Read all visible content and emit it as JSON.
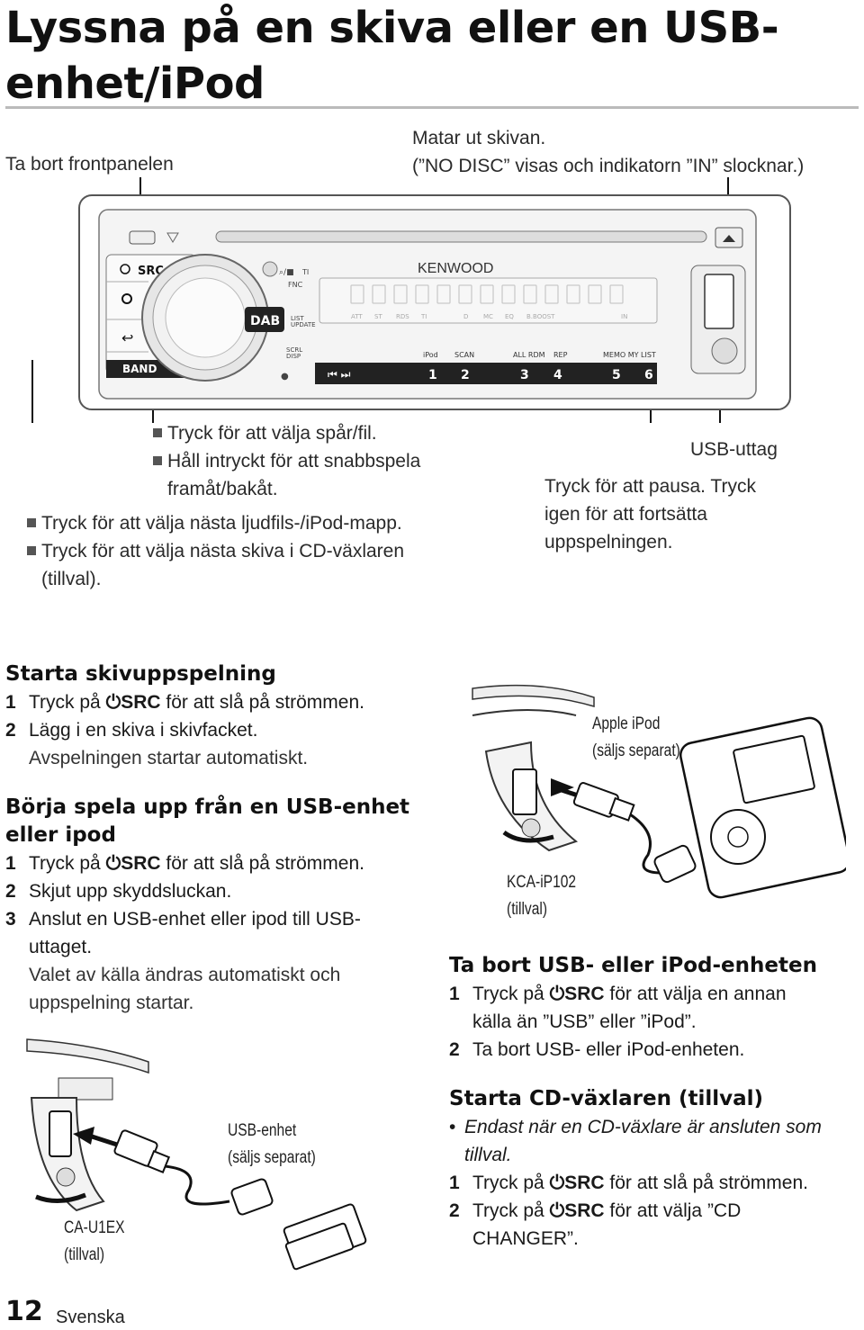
{
  "page": {
    "title_line1": "Lyssna på en skiva eller en USB-",
    "title_line2": "enhet/iPod",
    "page_number": "12",
    "language": "Svenska"
  },
  "callouts": {
    "remove_panel": "Ta bort frontpanelen",
    "eject_line1": "Matar ut skivan.",
    "eject_line2": "(”NO DISC” visas och indikatorn ”IN” slocknar.)",
    "usb_port": "USB-uttag",
    "pause_line1": "Tryck för att pausa. Tryck",
    "pause_line2": "igen för att fortsätta",
    "pause_line3": "uppspelningen.",
    "track_1": "Tryck för att välja spår/fil.",
    "track_2a": "Håll intryckt för att snabbspela",
    "track_2b": "framåt/bakåt.",
    "folder": "Tryck för att välja nästa ljudfils-/iPod-mapp.",
    "disc_a": "Tryck för att välja nästa skiva i CD-växlaren",
    "disc_b": "(tillval)."
  },
  "device": {
    "brand": "KENWOOD",
    "src": "SRC",
    "dab": "DAB",
    "band": "BAND",
    "ti": "TI",
    "fnc": "FNC",
    "list_update_1": "LIST",
    "list_update_2": "UPDATE",
    "scrl_disp_1": "SCRL",
    "scrl_disp_2": "DISP",
    "indicators": [
      "ATT",
      "ST",
      "RDS",
      "TI",
      "D",
      "MC",
      "EQ",
      "B.BOOST",
      "IN"
    ],
    "preset_labels": [
      "iPod",
      "SCAN",
      "ALL RDM",
      "REP",
      "MEMO MY LIST"
    ],
    "preset_numbers": [
      "1",
      "2",
      "3",
      "4",
      "5",
      "6"
    ]
  },
  "sections": {
    "start_disc": {
      "heading": "Starta skivuppspelning",
      "step1_num": "1",
      "step1_pre": "Tryck på",
      "step1_src": "SRC",
      "step1_post": "för att slå på strömmen.",
      "step2_num": "2",
      "step2": "Lägg i en skiva i skivfacket.",
      "step2_note": "Avspelningen startar automatiskt."
    },
    "start_usb": {
      "heading_1": "Börja spela upp från en USB-enhet",
      "heading_2": "eller ipod",
      "step1_num": "1",
      "step1_pre": "Tryck på",
      "step1_src": "SRC",
      "step1_post": "för att slå på strömmen.",
      "step2_num": "2",
      "step2": "Skjut upp skyddsluckan.",
      "step3_num": "3",
      "step3_a": "Anslut en USB-enhet eller ipod till USB-",
      "step3_b": "uttaget.",
      "note_a": "Valet av källa ändras automatiskt och",
      "note_b": "uppspelning startar."
    },
    "remove_usb": {
      "heading": "Ta bort USB- eller iPod-enheten",
      "step1_num": "1",
      "step1_pre": "Tryck på",
      "step1_src": "SRC",
      "step1_post": "för att välja en annan",
      "step1_b": "källa än ”USB” eller ”iPod”.",
      "step2_num": "2",
      "step2": "Ta bort USB- eller iPod-enheten."
    },
    "cd_changer": {
      "heading": "Starta CD-växlaren (tillval)",
      "bullet_a": "Endast när en CD-växlare är ansluten som",
      "bullet_b": "tillval.",
      "step1_num": "1",
      "step1_pre": "Tryck på",
      "step1_src": "SRC",
      "step1_post": "för att slå på strömmen.",
      "step2_num": "2",
      "step2_pre": "Tryck på",
      "step2_src": "SRC",
      "step2_post": "för att välja ”CD",
      "step2_b": "CHANGER”."
    }
  },
  "illustrations": {
    "ipod_1": "Apple iPod",
    "ipod_2": "(säljs separat)",
    "kca_1": "KCA-iP102",
    "kca_2": "(tillval)",
    "usbdev_1": "USB-enhet",
    "usbdev_2": "(säljs separat)",
    "cau_1": "CA-U1EX",
    "cau_2": "(tillval)"
  }
}
